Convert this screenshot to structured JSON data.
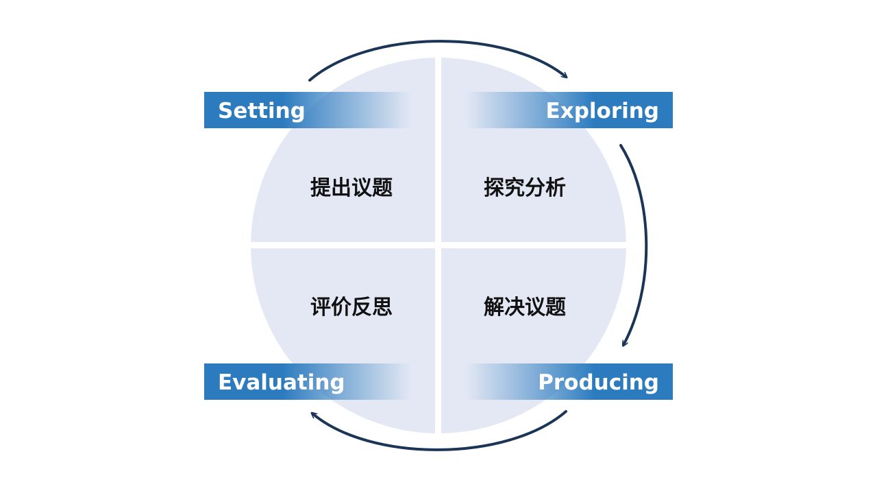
{
  "phases": {
    "setting": "Setting",
    "exploring": "Exploring",
    "producing": "Producing",
    "evaluating": "Evaluating"
  },
  "quadrants": {
    "top_left": "提出议题",
    "top_right": "探究分析",
    "bottom_left": "评价反思",
    "bottom_right": "解决议题"
  },
  "colors": {
    "circle_fill": "#e3e8f4",
    "banner_blue": "#2c7bbf",
    "arrow": "#1b3557",
    "divider": "#ffffff"
  }
}
